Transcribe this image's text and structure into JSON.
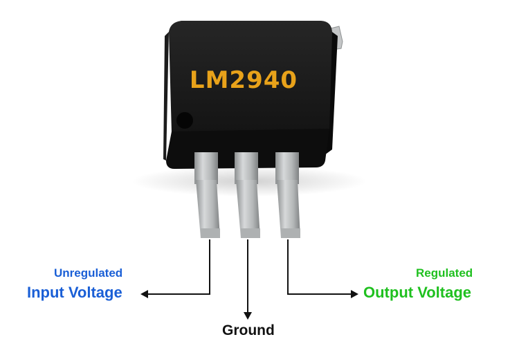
{
  "chip": {
    "part_number": "LM2940",
    "marking_color": "#e8a21a",
    "body_color": "#111111",
    "lead_color": "#b9bcbd"
  },
  "pins": {
    "input": {
      "line1": "Unregulated",
      "line2": "Input Voltage",
      "color": "#1a5fd6"
    },
    "ground": {
      "label": "Ground",
      "color": "#111111"
    },
    "output": {
      "line1": "Regulated",
      "line2": "Output Voltage",
      "color": "#1fc01f"
    }
  }
}
